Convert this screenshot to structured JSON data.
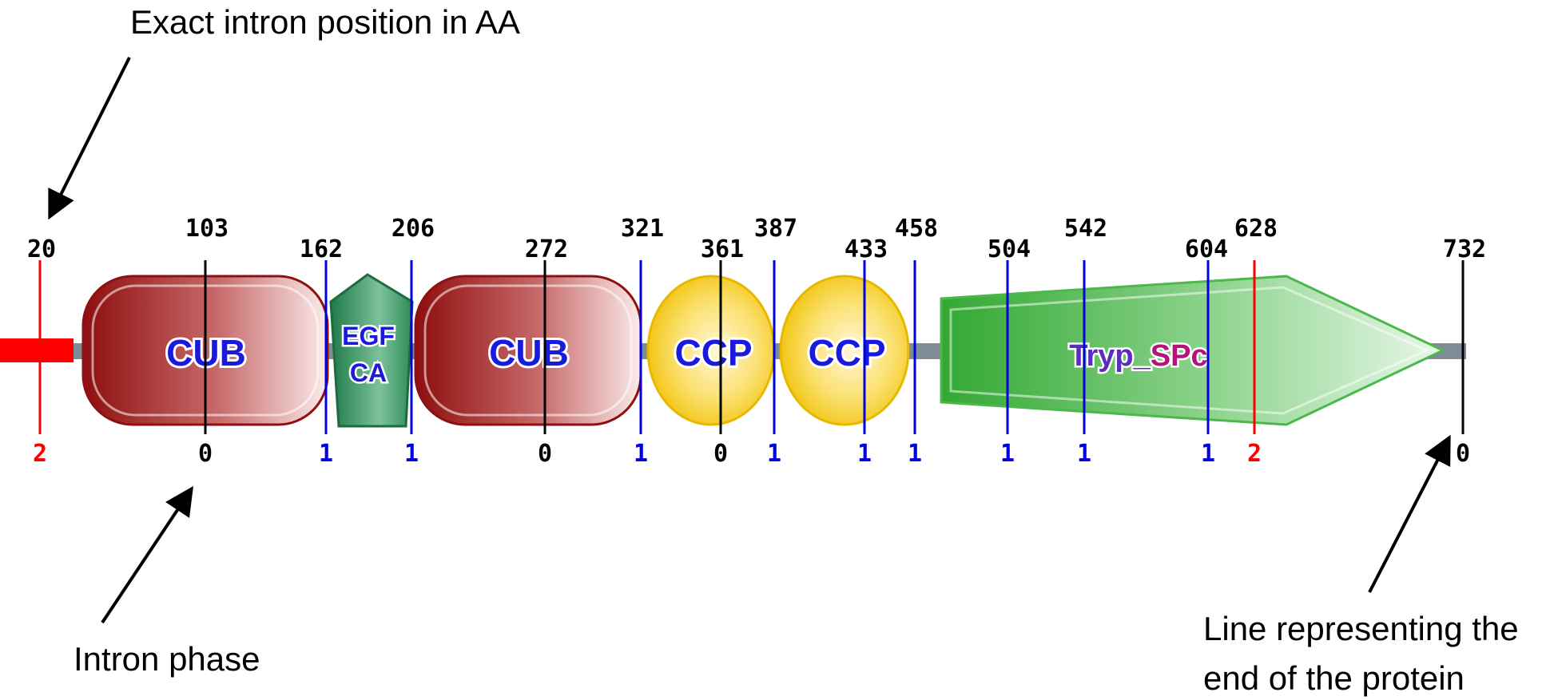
{
  "annotations": {
    "top_left": "Exact intron position in AA",
    "bottom_left": "Intron phase",
    "bottom_right_line1": "Line representing the",
    "bottom_right_line2": "end of the protein"
  },
  "domains": [
    {
      "id": "cub1",
      "label": "CUB"
    },
    {
      "id": "egf",
      "label_line1": "EGF",
      "label_line2": "CA"
    },
    {
      "id": "cub2",
      "label": "CUB"
    },
    {
      "id": "ccp1",
      "label": "CCP"
    },
    {
      "id": "ccp2",
      "label": "CCP"
    },
    {
      "id": "tryp",
      "label": "Tryp_SPc"
    }
  ],
  "introns": [
    {
      "pos": "20",
      "phase": "2",
      "color": "#ff0000"
    },
    {
      "pos": "103",
      "phase": "0",
      "color": "#000000"
    },
    {
      "pos": "162",
      "phase": "1",
      "color": "#0000dd"
    },
    {
      "pos": "206",
      "phase": "1",
      "color": "#0000dd"
    },
    {
      "pos": "272",
      "phase": "0",
      "color": "#000000"
    },
    {
      "pos": "321",
      "phase": "1",
      "color": "#0000dd"
    },
    {
      "pos": "361",
      "phase": "0",
      "color": "#000000"
    },
    {
      "pos": "387",
      "phase": "1",
      "color": "#0000dd"
    },
    {
      "pos": "433",
      "phase": "1",
      "color": "#0000dd"
    },
    {
      "pos": "458",
      "phase": "1",
      "color": "#0000dd"
    },
    {
      "pos": "504",
      "phase": "1",
      "color": "#0000dd"
    },
    {
      "pos": "542",
      "phase": "1",
      "color": "#0000dd"
    },
    {
      "pos": "604",
      "phase": "1",
      "color": "#0000dd"
    },
    {
      "pos": "628",
      "phase": "2",
      "color": "#ff0000"
    },
    {
      "pos": "732",
      "phase": "0",
      "color": "#000000"
    }
  ],
  "colors": {
    "backbone": "#7f8c96",
    "signal_peptide": "#ff0000",
    "cub": "#9b1414",
    "egf": "#2e8b57",
    "ccp": "#f2c500",
    "tryp": "#3cb43c",
    "domain_text": "#1a1adc",
    "tryp_text_a": "#5a2dbe",
    "tryp_text_b": "#b4147a"
  }
}
